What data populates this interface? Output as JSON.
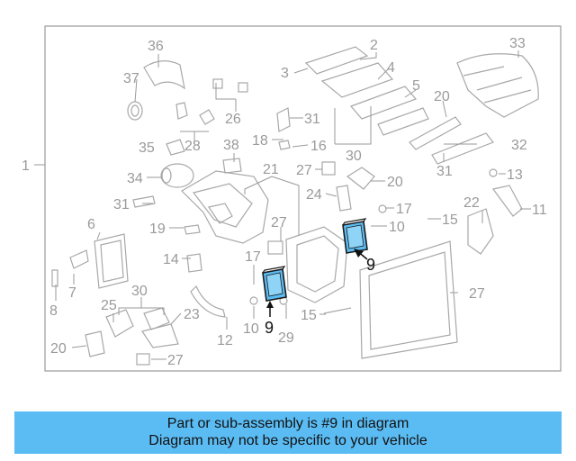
{
  "diagram": {
    "colors": {
      "outline": "#a8a8a8",
      "highlight_fill": "#5bbcf3",
      "highlight_stroke": "#1a1a1a",
      "banner": "#5bbcf3"
    },
    "frame_label": "1",
    "highlighted_label": "9",
    "labels": [
      "2",
      "3",
      "4",
      "5",
      "6",
      "7",
      "8",
      "10",
      "10",
      "11",
      "12",
      "13",
      "14",
      "15",
      "15",
      "16",
      "17",
      "17",
      "18",
      "19",
      "20",
      "20",
      "20",
      "21",
      "22",
      "23",
      "24",
      "25",
      "26",
      "27",
      "27",
      "27",
      "27",
      "28",
      "29",
      "30",
      "30",
      "31",
      "31",
      "31",
      "32",
      "33",
      "34",
      "35",
      "36",
      "37",
      "38"
    ]
  },
  "caption": {
    "line1": "Part or sub-assembly is #9 in diagram",
    "line2": "Diagram may not be specific to your vehicle"
  }
}
